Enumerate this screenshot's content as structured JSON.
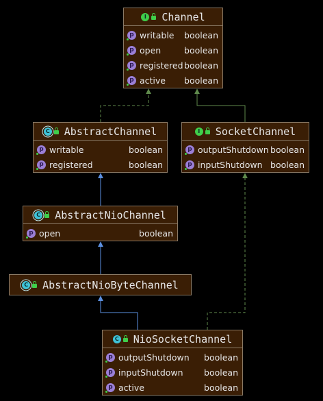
{
  "nodes": {
    "channel": {
      "name": "Channel",
      "kind": "I",
      "props": [
        {
          "icon": "p",
          "name": "writable",
          "type": "boolean"
        },
        {
          "icon": "p",
          "name": "open",
          "type": "boolean"
        },
        {
          "icon": "p",
          "name": "registered",
          "type": "boolean"
        },
        {
          "icon": "p",
          "name": "active",
          "type": "boolean"
        }
      ]
    },
    "abstractChannel": {
      "name": "AbstractChannel",
      "kind": "C",
      "props": [
        {
          "icon": "p",
          "name": "writable",
          "type": "boolean"
        },
        {
          "icon": "p",
          "name": "registered",
          "type": "boolean"
        }
      ]
    },
    "socketChannel": {
      "name": "SocketChannel",
      "kind": "I",
      "props": [
        {
          "icon": "p",
          "name": "outputShutdown",
          "type": "boolean"
        },
        {
          "icon": "p",
          "name": "inputShutdown",
          "type": "boolean"
        }
      ]
    },
    "abstractNioChannel": {
      "name": "AbstractNioChannel",
      "kind": "C",
      "props": [
        {
          "icon": "p",
          "name": "open",
          "type": "boolean"
        }
      ]
    },
    "abstractNioByteChannel": {
      "name": "AbstractNioByteChannel",
      "kind": "C",
      "props": []
    },
    "nioSocketChannel": {
      "name": "NioSocketChannel",
      "kind": "C",
      "props": [
        {
          "icon": "p",
          "name": "outputShutdown",
          "type": "boolean"
        },
        {
          "icon": "p",
          "name": "inputShutdown",
          "type": "boolean"
        },
        {
          "icon": "p",
          "name": "active",
          "type": "boolean"
        }
      ]
    }
  },
  "colors": {
    "implements": "#5f8a4c",
    "extends": "#5b8fe0",
    "node_fill": "#3a1e05",
    "node_border": "#8a7a66"
  }
}
